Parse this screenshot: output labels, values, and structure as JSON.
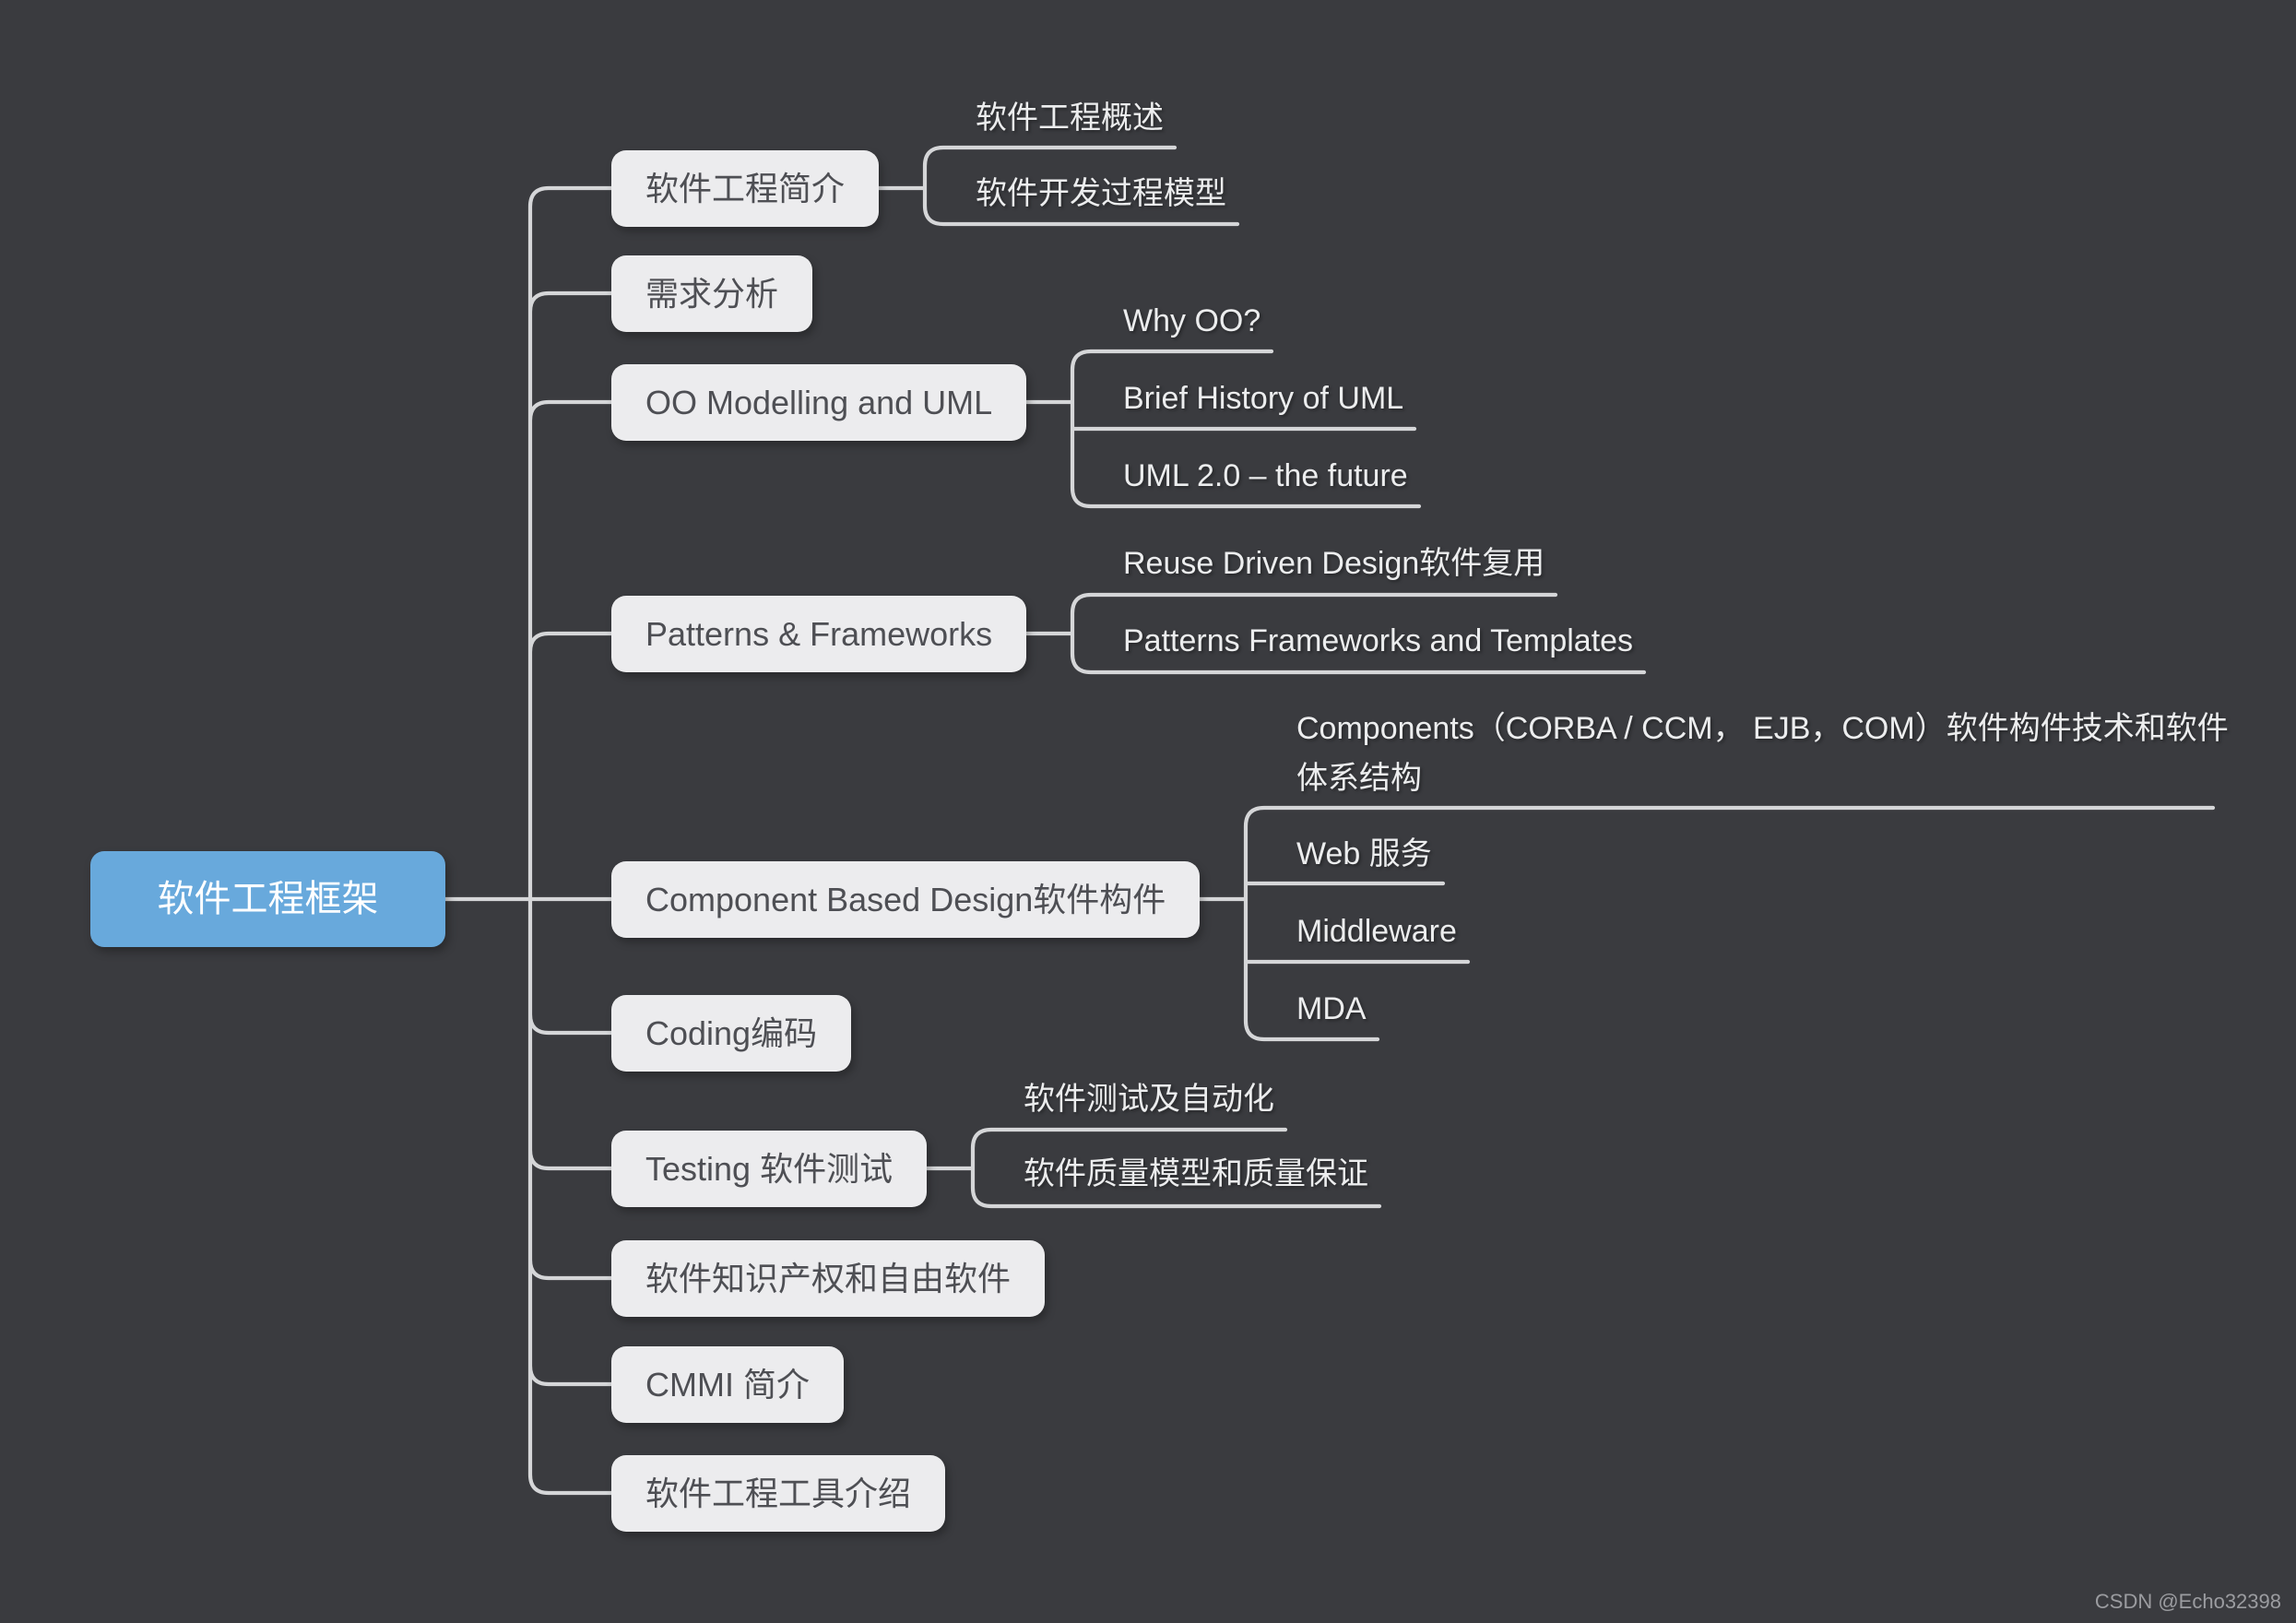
{
  "mindmap": {
    "root": {
      "label": "软件工程框架"
    },
    "branches": [
      {
        "label": "软件工程简介",
        "children": [
          {
            "label": "软件工程概述"
          },
          {
            "label": "软件开发过程模型"
          }
        ]
      },
      {
        "label": "需求分析",
        "children": []
      },
      {
        "label": "OO Modelling and UML",
        "children": [
          {
            "label": "Why OO?"
          },
          {
            "label": "Brief History of UML"
          },
          {
            "label": "UML 2.0 – the future"
          }
        ]
      },
      {
        "label": "Patterns & Frameworks",
        "children": [
          {
            "label": "Reuse Driven Design软件复用"
          },
          {
            "label": "Patterns Frameworks and Templates"
          }
        ]
      },
      {
        "label": "Component Based Design软件构件",
        "children": [
          {
            "label": "Components（CORBA / CCM， EJB，COM）软件构件技术和软件体系结构"
          },
          {
            "label": "Web 服务"
          },
          {
            "label": "Middleware"
          },
          {
            "label": "MDA"
          }
        ]
      },
      {
        "label": "Coding编码",
        "children": []
      },
      {
        "label": "Testing 软件测试",
        "children": [
          {
            "label": "软件测试及自动化"
          },
          {
            "label": "软件质量模型和质量保证"
          }
        ]
      },
      {
        "label": "软件知识产权和自由软件",
        "children": []
      },
      {
        "label": "CMMI 简介",
        "children": []
      },
      {
        "label": "软件工程工具介绍",
        "children": []
      }
    ]
  },
  "watermark": {
    "text": "CSDN @Echo32398"
  },
  "colors": {
    "background": "#3a3b3f",
    "topic_fill": "#ececee",
    "topic_text": "#4e4f54",
    "root_fill": "#68a9dc",
    "root_text": "#ffffff",
    "subtopic_text": "#ecedee",
    "line": "#d5d6d8",
    "watermark_text": "#9b9ca0"
  }
}
